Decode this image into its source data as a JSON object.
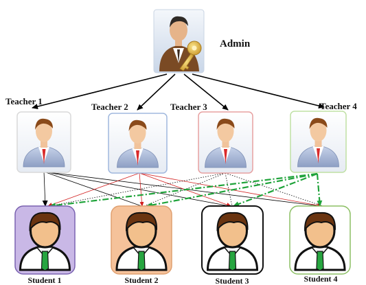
{
  "admin": {
    "label": "Admin",
    "icon": "admin-key-icon"
  },
  "teachers": [
    {
      "label": "Teacher 1",
      "frame_color": "#d9d9d9",
      "icon": "teacher-icon"
    },
    {
      "label": "Teacher 2",
      "frame_color": "#9fb7dd",
      "icon": "teacher-icon"
    },
    {
      "label": "Teacher 3",
      "frame_color": "#e7a0a0",
      "icon": "teacher-icon"
    },
    {
      "label": "Teacher 4",
      "frame_color": "#bfe0a4",
      "icon": "teacher-icon"
    }
  ],
  "students": [
    {
      "label": "Student 1",
      "bg_color": "#c9b8e6",
      "border_color": "#7a62b0",
      "icon": "student-icon"
    },
    {
      "label": "Student 2",
      "bg_color": "#f5c29a",
      "border_color": "#e0a070",
      "icon": "student-icon"
    },
    {
      "label": "Student 3",
      "bg_color": "#ffffff",
      "border_color": "#111111",
      "icon": "student-icon"
    },
    {
      "label": "Student 4",
      "bg_color": "#ffffff",
      "border_color": "#8bbf63",
      "icon": "student-icon"
    }
  ],
  "colors": {
    "admin_arrows": "#000000",
    "teacher1_links": "#000000",
    "teacher2_links": "#d21f1f",
    "teacher3_links": "#000000",
    "teacher4_links": "#1fa33a"
  }
}
